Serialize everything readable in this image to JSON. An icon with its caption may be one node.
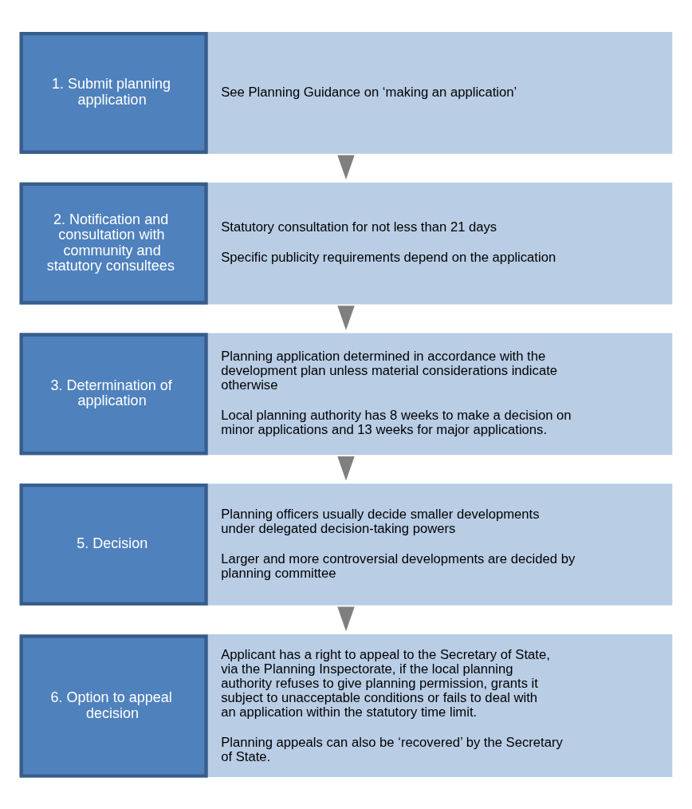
{
  "diagram": {
    "nodes": [
      {
        "text": [
          "1. Submit planning application",
          "See Planning Guidance on ‘making an application’"
        ]
      },
      {
        "text": [
          "2. Notification and consultation with community and statutory consultees",
          "Statutory consultation for not less than 21 days",
          "Specific publicity requirements depend on the application"
        ]
      },
      {
        "text": [
          "3. Determination of application",
          "Planning application determined in accordance with the development plan unless material considerations indicate otherwise",
          "Local planning authority has 8 weeks to make a decision on minor applications and 13 weeks for major applications."
        ]
      },
      {
        "text": [
          "5. Decision",
          "Planning officers usually decide smaller developments under delegated decision-taking powers",
          "Larger and more controversial developments are decided by planning committee"
        ]
      },
      {
        "text": [
          "6. Option to appeal decision",
          "Applicant has a right to appeal to the Secretary of State, via the Planning Inspectorate, if the local planning authority refuses to give planning permission, grants it subject to unacceptable conditions or fails to deal with an application within the statutory time limit.",
          "Planning appeals can also be ‘recovered’ by the Secretary of State."
        ]
      }
    ],
    "edges": [
      {
        "from": 0,
        "to": 1,
        "arrow": "to"
      },
      {
        "from": 1,
        "to": 2,
        "arrow": "to"
      },
      {
        "from": 2,
        "to": 3,
        "arrow": "to"
      },
      {
        "from": 3,
        "to": 4,
        "arrow": "to"
      }
    ]
  }
}
